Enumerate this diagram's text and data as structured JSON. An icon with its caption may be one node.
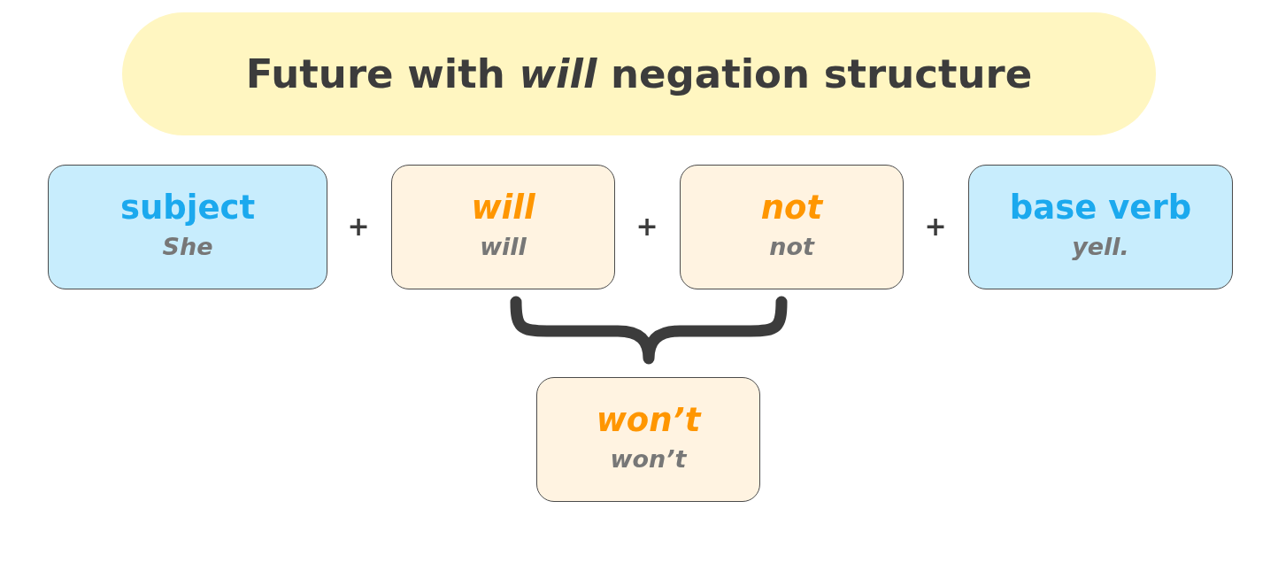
{
  "diagram": {
    "title": "Future with *will* negation structure",
    "nodes": [
      {
        "text": [
          "subject",
          "She"
        ]
      },
      {
        "text": [
          "will",
          "will"
        ]
      },
      {
        "text": [
          "not",
          "not"
        ]
      },
      {
        "text": [
          "base verb",
          "yell."
        ]
      },
      {
        "text": [
          "won’t",
          "won’t"
        ]
      }
    ],
    "labels": [
      "+",
      "+",
      "+"
    ]
  }
}
